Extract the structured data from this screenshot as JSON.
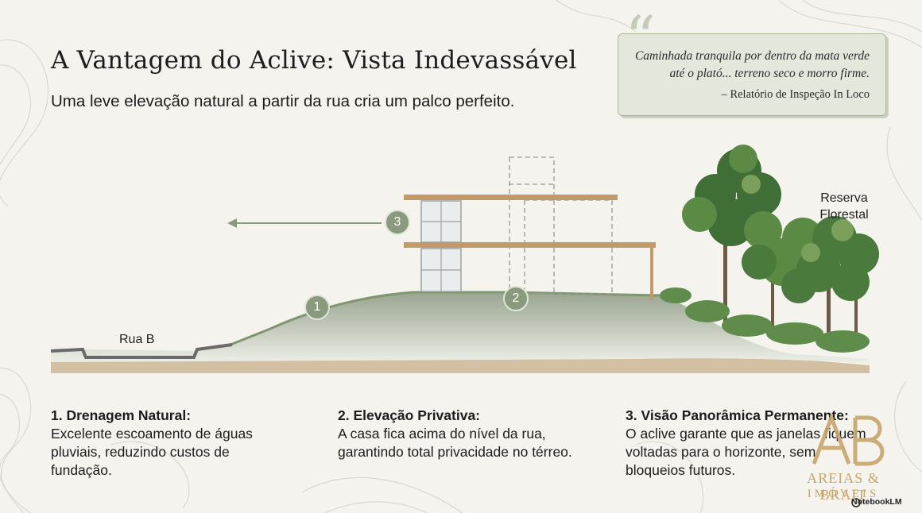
{
  "header": {
    "title": "A Vantagem do Aclive: Vista Indevassável",
    "subtitle": "Uma leve elevação natural a partir da rua cria um palco perfeito."
  },
  "quote": {
    "text": "Caminhada tranquila por dentro da mata verde até o plató... terreno seco e morro firme.",
    "source": "– Relatório de Inspeção In Loco"
  },
  "diagram": {
    "street_label": "Rua B",
    "reserve_label": "Reserva Florestal",
    "markers": [
      "1",
      "2",
      "3"
    ]
  },
  "features": [
    {
      "heading": "1. Drenagem Natural:",
      "body": "Excelente escoamento de águas pluviais, reduzindo custos de fundação."
    },
    {
      "heading": "2. Elevação Privativa:",
      "body": "A casa fica acima do nível da rua, garantindo total privacidade no térreo."
    },
    {
      "heading": "3. Visão Panorâmica Permanente:",
      "body": "O aclive garante que as janelas fiquem voltadas para o horizonte, sem bloqueios futuros."
    }
  ],
  "brand": {
    "monogram": "AB",
    "name": "AREIAS & BRAIT",
    "sub": "IMÓVEIS",
    "notebook": "NotebookLM"
  },
  "colors": {
    "background": "#f4f3ee",
    "sage": "#8a9b7d",
    "hill": "#a9b3a0",
    "gold": "#c9a66b",
    "wood": "#c29a6a"
  }
}
